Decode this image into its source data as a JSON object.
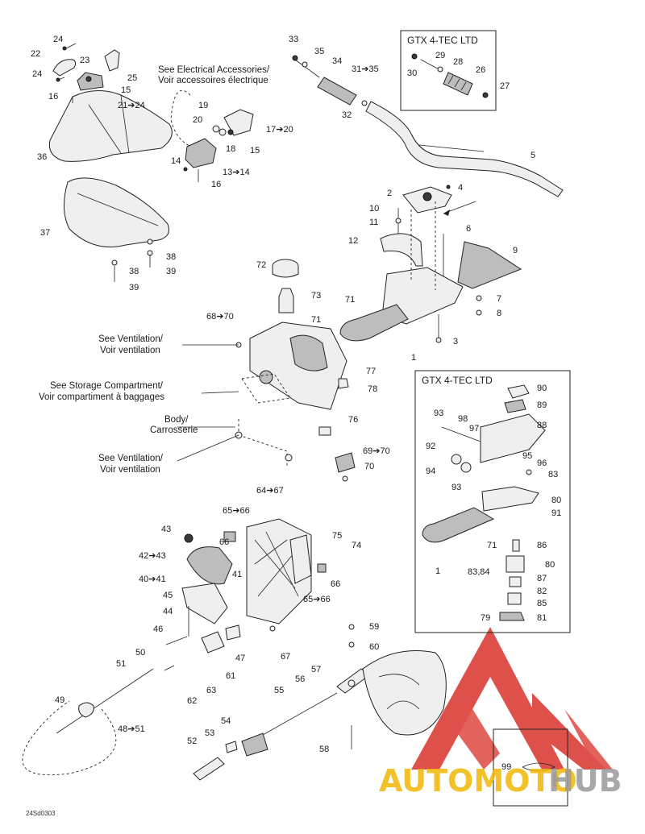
{
  "labels": {
    "l24a": "24",
    "l22": "22",
    "l23": "23",
    "l25": "25",
    "l24b": "24",
    "l15a": "15",
    "l16a": "16",
    "l21": "21➔24",
    "l36": "36",
    "l37": "37",
    "l38a": "38",
    "l38b": "38",
    "l39a": "39",
    "l39b": "39",
    "l19": "19",
    "l20": "20",
    "l18": "18",
    "l15b": "15",
    "l17": "17➔20",
    "l14": "14",
    "l13": "13➔14",
    "l16b": "16",
    "l33": "33",
    "l35": "35",
    "l34": "34",
    "l31": "31➔35",
    "l32": "32",
    "l29": "29",
    "l28": "28",
    "l30": "30",
    "l26": "26",
    "l27": "27",
    "l5": "5",
    "l2": "2",
    "l4": "4",
    "l10": "10",
    "l11": "11",
    "l6": "6",
    "l12": "12",
    "l9": "9",
    "l7": "7",
    "l8": "8",
    "l72": "72",
    "l73": "73",
    "l71a": "71",
    "l71b": "71",
    "l68": "68➔70",
    "l3": "3",
    "l1a": "1",
    "l77": "77",
    "l78": "78",
    "l76": "76",
    "l69": "69➔70",
    "l70": "70",
    "l90": "90",
    "l89": "89",
    "l98": "98",
    "l97": "97",
    "l88": "88",
    "l93a": "93",
    "l92": "92",
    "l94": "94",
    "l95": "95",
    "l96": "96",
    "l83": "83",
    "l93b": "93",
    "l80a": "80",
    "l91": "91",
    "l86": "86",
    "l71c": "71",
    "l80b": "80",
    "l8384": "83,84",
    "l87": "87",
    "l82": "82",
    "l85": "85",
    "l79": "79",
    "l81": "81",
    "l1b": "1",
    "l64": "64➔67",
    "l65a": "65➔66",
    "l66a": "66",
    "l43": "43",
    "l42": "42➔43",
    "l75": "75",
    "l74": "74",
    "l66b": "66",
    "l40": "40➔41",
    "l41": "41",
    "l45": "45",
    "l44": "44",
    "l65b": "65➔66",
    "l46": "46",
    "l47": "47",
    "l67": "67",
    "l59": "59",
    "l60": "60",
    "l50": "50",
    "l51": "51",
    "l61": "61",
    "l57": "57",
    "l63": "63",
    "l56": "56",
    "l62": "62",
    "l55": "55",
    "l49": "49",
    "l48": "48➔51",
    "l54": "54",
    "l53": "53",
    "l52": "52",
    "l58": "58",
    "l99": "99"
  },
  "notes": {
    "elec_1": "See Electrical Accessories/",
    "elec_2": "Voir accessoires électrique",
    "vent1_1": "See Ventilation/",
    "vent1_2": "Voir ventilation",
    "storage_1": "See Storage Compartment/",
    "storage_2": "Voir compartiment à baggages",
    "body_1": "Body/",
    "body_2": "Carrosserie",
    "vent2_1": "See Ventilation/",
    "vent2_2": "Voir ventilation"
  },
  "boxes": {
    "box1_title": "GTX 4-TEC LTD",
    "box2_title": "GTX 4-TEC LTD"
  },
  "drawing_code": "24Sd0303",
  "watermark": {
    "brand_part1": "AUTOMOTO",
    "brand_part2": "HUB",
    "color_red": "#d9332b",
    "color_yellow": "#f2b705",
    "color_gray": "#9a9a9a"
  },
  "icons": [
    "drop-icon",
    "arrow-icon"
  ]
}
